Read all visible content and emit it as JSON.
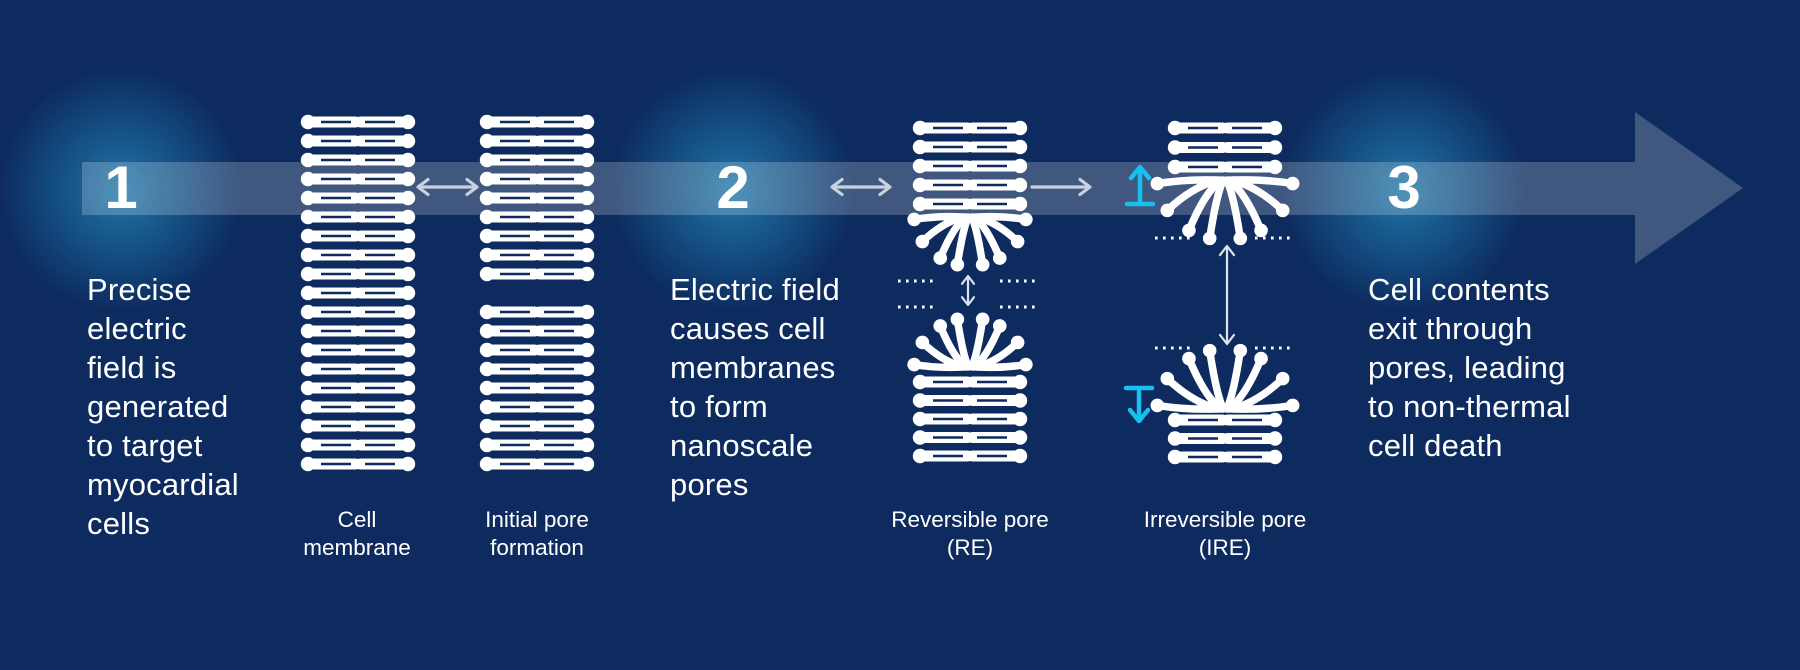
{
  "colors": {
    "background": "#0d2b5e",
    "band": "rgba(255,255,255,0.21)",
    "glow_accent": "#2ba7d9",
    "lipid_white": "#ffffff",
    "gray_arrow": "#c8d1de",
    "thin_arrow": "#dde3ec",
    "cyan_accent": "#16c0ef",
    "text": "#ffffff"
  },
  "steps": [
    {
      "number": "1",
      "description": "Precise\nelectric\nfield is\ngenerated\nto target\nmyocardial\ncells"
    },
    {
      "number": "2",
      "description": "Electric field\ncauses cell\nmembranes\nto form\nnanoscale\npores"
    },
    {
      "number": "3",
      "description": "Cell contents\nexit through\npores, leading\nto non-thermal\ncell death"
    }
  ],
  "captions": {
    "cell_membrane": "Cell\nmembrane",
    "initial_pore": "Initial pore\nformation",
    "reversible_pore": "Reversible pore\n(RE)",
    "irreversible_pore": "Irreversible pore\n(IRE)"
  },
  "icons": {
    "timeline_arrow": "right-flow-arrow",
    "membrane_compare_arrow": "left-right-arrow",
    "field_compare_arrow": "left-right-arrow",
    "pore_transition_arrow": "right-arrow",
    "reversible_gap_arrow": "up-down-arrow",
    "irreversible_gap_arrow": "up-down-arrow",
    "expand_up_arrow": "up-arrow-with-base",
    "expand_down_arrow": "down-arrow-with-base"
  }
}
